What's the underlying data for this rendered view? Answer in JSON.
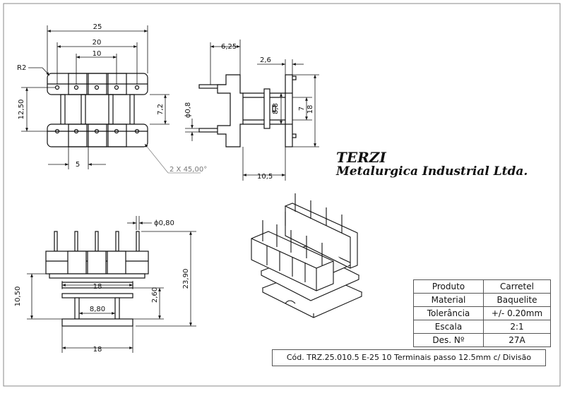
{
  "company": {
    "name": "TERZI",
    "subtitle": "Metalurgica Industrial Ltda."
  },
  "title_block": {
    "rows": [
      {
        "label": "Produto",
        "value": "Carretel"
      },
      {
        "label": "Material",
        "value": "Baquelite"
      },
      {
        "label": "Tolerância",
        "value": "+/- 0.20mm"
      },
      {
        "label": "Escala",
        "value": "2:1"
      },
      {
        "label": "Des. Nº",
        "value": "27A"
      }
    ],
    "code": "Cód. TRZ.25.010.5 E-25 10 Terminais passo 12.5mm c/ Divisão"
  },
  "dimensions": {
    "top": {
      "overall_width": "25",
      "pin_span": "20",
      "inner_pin_span": "10",
      "radius": "R2",
      "height": "12,50",
      "inner_gap": "7,2",
      "pin_pitch": "5",
      "chamfer": "2 X 45,00°"
    },
    "side": {
      "pin_length": "6,25",
      "flange_thickness": "2,6",
      "pin_diameter": "ϕ0,8",
      "core_height": "8,8",
      "window": "7",
      "overall_height": "18",
      "depth": "10,5"
    },
    "front": {
      "pin_diameter": "ϕ0,80",
      "base_height": "10,50",
      "flange_width": "18",
      "core_width": "8,80",
      "base_gap": "2,60",
      "overall_height": "23,90",
      "bottom_width": "18"
    }
  }
}
